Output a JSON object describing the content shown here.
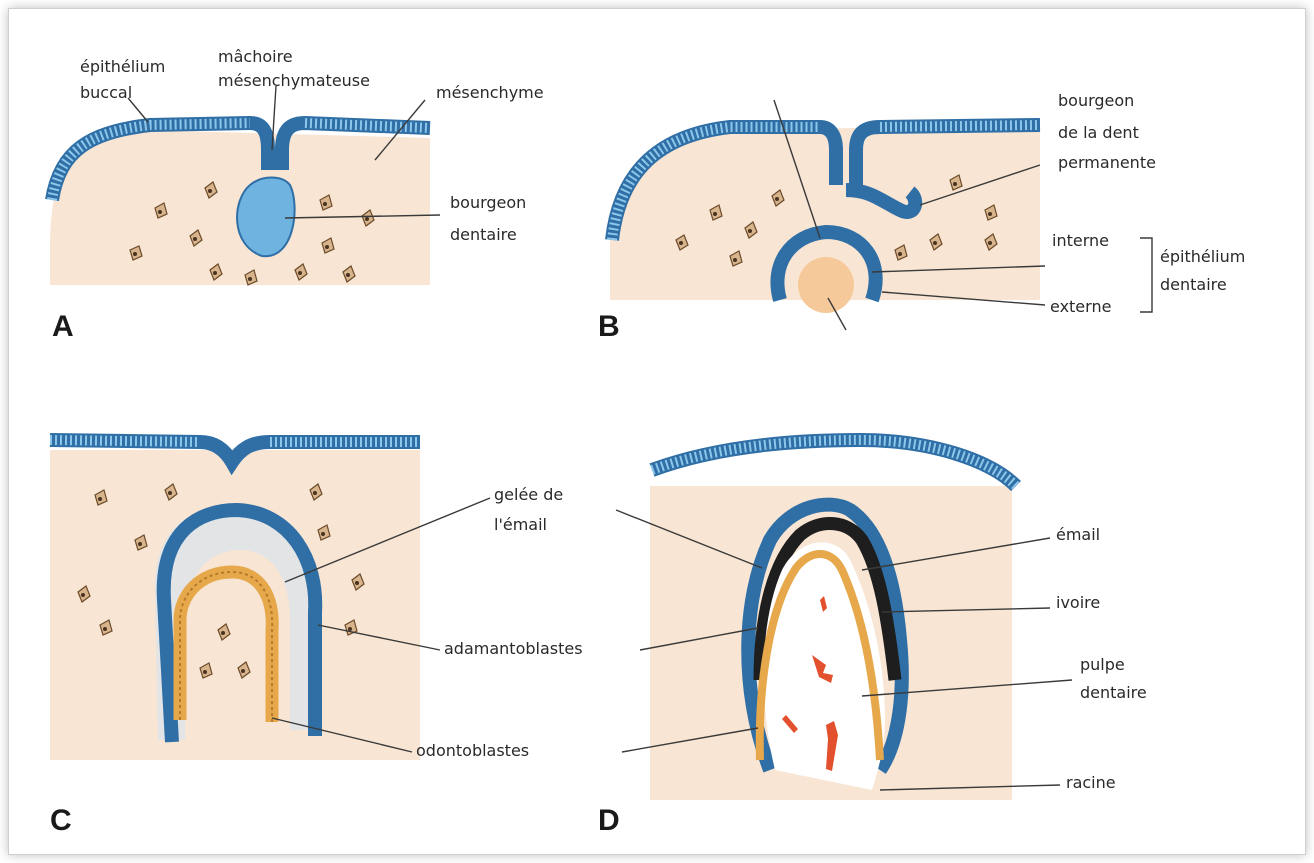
{
  "panels": {
    "A": {
      "letter": "A",
      "labels": {
        "epithelium_buccal_1": "épithélium",
        "epithelium_buccal_2": "buccal",
        "machoire_1": "mâchoire",
        "machoire_2": "mésenchymateuse",
        "mesenchyme": "mésenchyme",
        "bourgeon_1": "bourgeon",
        "bourgeon_2": "dentaire"
      }
    },
    "B": {
      "letter": "B",
      "labels": {
        "perm_1": "bourgeon",
        "perm_2": "de la dent",
        "perm_3": "permanente",
        "interne": "interne",
        "externe": "externe",
        "epith_dent_1": "épithélium",
        "epith_dent_2": "dentaire"
      }
    },
    "C": {
      "letter": "C",
      "labels": {
        "gelee_1": "gelée de",
        "gelee_2": "l'émail",
        "adamantoblastes": "adamantoblastes",
        "odontoblastes": "odontoblastes"
      }
    },
    "D": {
      "letter": "D",
      "labels": {
        "email": "émail",
        "ivoire": "ivoire",
        "pulpe_1": "pulpe",
        "pulpe_2": "dentaire",
        "racine": "racine"
      }
    }
  },
  "colors": {
    "epithelium": "#6fb3e0",
    "epithelium_outline": "#2f6fa6",
    "mesenchyme": "#f8e5d3",
    "cells": "#d8b48c",
    "papilla": "#f6c99a",
    "enamel": "#1e1e1e",
    "odontoblasts": "#e6a84a",
    "vessels": "#e2502e"
  }
}
